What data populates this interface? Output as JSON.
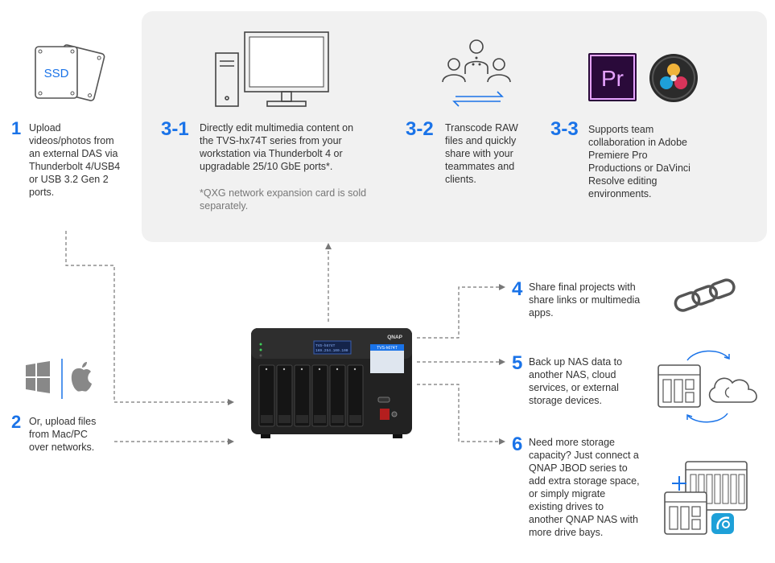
{
  "steps": [
    {
      "id": "1",
      "number": "1",
      "text": "Upload\nvideos/photos from\nan external DAS via\nThunderbolt 4/USB4\nor USB 3.2 Gen 2\nports."
    },
    {
      "id": "2",
      "number": "2",
      "text": "Or, upload files\nfrom Mac/PC\nover networks."
    },
    {
      "id": "3-1",
      "number": "3-1",
      "text": "Directly edit multimedia content on\nthe TVS-hx74T series from your\nworkstation via Thunderbolt 4 or\nupgradable 25/10 GbE ports*.",
      "note": "*QXG network expansion card is sold\nseparately."
    },
    {
      "id": "3-2",
      "number": "3-2",
      "text": "Transcode RAW\nfiles and quickly\nshare with your\nteammates and\nclients."
    },
    {
      "id": "3-3",
      "number": "3-3",
      "text": "Supports team\ncollaboration in Adobe\nPremiere Pro\nProductions or DaVinci\nResolve editing\nenvironments."
    },
    {
      "id": "4",
      "number": "4",
      "text": "Share final projects with\nshare links or multimedia\napps."
    },
    {
      "id": "5",
      "number": "5",
      "text": "Back up NAS data to\nanother NAS, cloud\nservices, or external\nstorage devices."
    },
    {
      "id": "6",
      "number": "6",
      "text": "Need more storage\ncapacity? Just connect a\nQNAP JBOD series to\nadd extra storage space,\nor simply migrate\nexisting drives to\nanother QNAP NAS with\nmore drive bays."
    }
  ],
  "icons": {
    "ssd_label": "SSD",
    "premiere_label": "Pr",
    "nas_brand": "QNAP",
    "nas_screen_line1": "TVS-h674T",
    "nas_screen_line2": "169.254.100.100",
    "nas_side_label": "TVS-h674T"
  },
  "colors": {
    "accent": "#1a73e8",
    "panel": "#f1f1f1",
    "premiere_bg": "#2a0a3a",
    "premiere_text": "#e6a3ff"
  }
}
